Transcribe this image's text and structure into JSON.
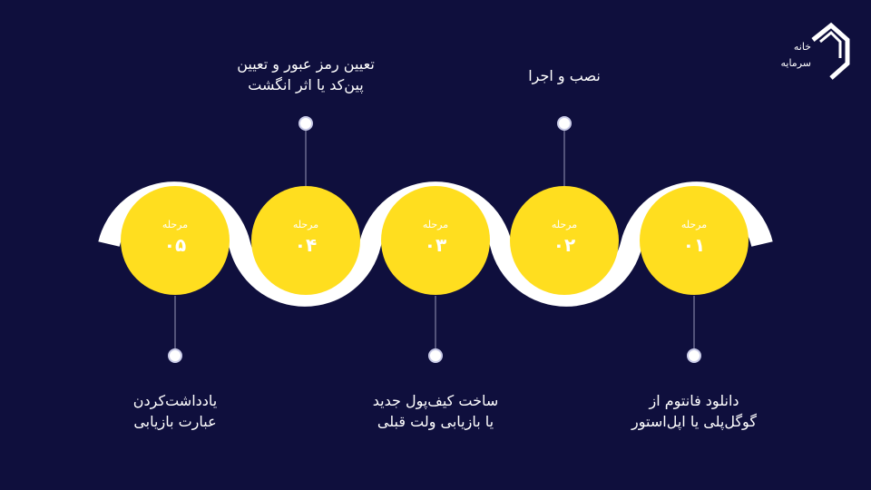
{
  "logo": {
    "line1": "خانه",
    "line2": "سرمایه"
  },
  "steps": [
    {
      "label": "مرحله",
      "number": "۰۱",
      "lines": [
        "دانلود فانتوم از",
        "گوگل‌پلی یا اپل‌استور"
      ],
      "position": "bottom"
    },
    {
      "label": "مرحله",
      "number": "۰۲",
      "lines": [
        "نصب و اجرا"
      ],
      "position": "top"
    },
    {
      "label": "مرحله",
      "number": "۰۳",
      "lines": [
        "ساخت کیف‌پول جدید",
        "یا بازیابی ولت قبلی"
      ],
      "position": "bottom"
    },
    {
      "label": "مرحله",
      "number": "۰۴",
      "lines": [
        "تعیین رمز عبور  و تعیین",
        "پین‌کد یا اثر انگشت"
      ],
      "position": "top"
    },
    {
      "label": "مرحله",
      "number": "۰۵",
      "lines": [
        "یادداشت‌کردن",
        "عبارت بازیابی"
      ],
      "position": "bottom"
    }
  ],
  "colors": {
    "background": "#0f0f3d",
    "circle": "#ffde1f",
    "wave": "#ffffff",
    "connector": "#6a6a8e"
  }
}
